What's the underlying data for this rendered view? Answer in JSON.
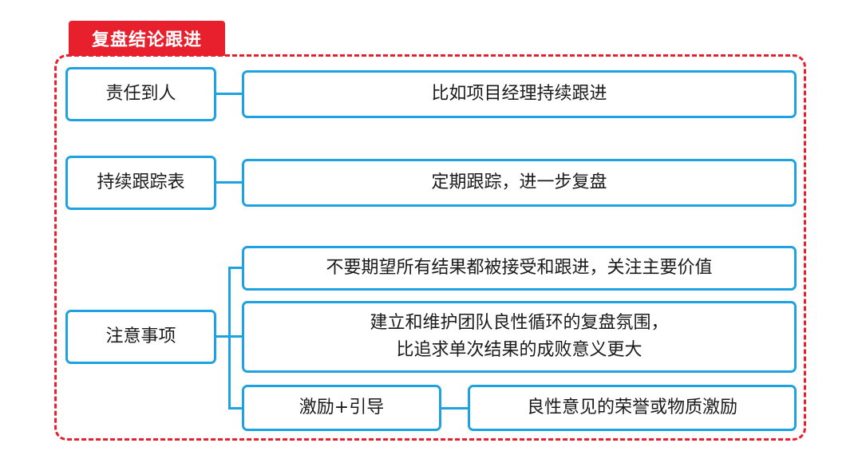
{
  "title": "复盘结论跟进",
  "colors": {
    "accent_red": "#e8202e",
    "box_border": "#1fa3e0",
    "text": "#1a1a1a"
  },
  "items": [
    {
      "label": "责任到人",
      "detail": "比如项目经理持续跟进"
    },
    {
      "label": "持续跟踪表",
      "detail": "定期跟踪，进一步复盘"
    },
    {
      "label": "注意事项",
      "notes": [
        "不要期望所有结果都被接受和跟进，关注主要价值",
        [
          "建立和维护团队良性循环的复盘氛围，",
          "比追求单次结果的成败意义更大"
        ]
      ],
      "sub_item": {
        "label": "激励+引导",
        "detail": "良性意见的荣誉或物质激励"
      }
    }
  ]
}
